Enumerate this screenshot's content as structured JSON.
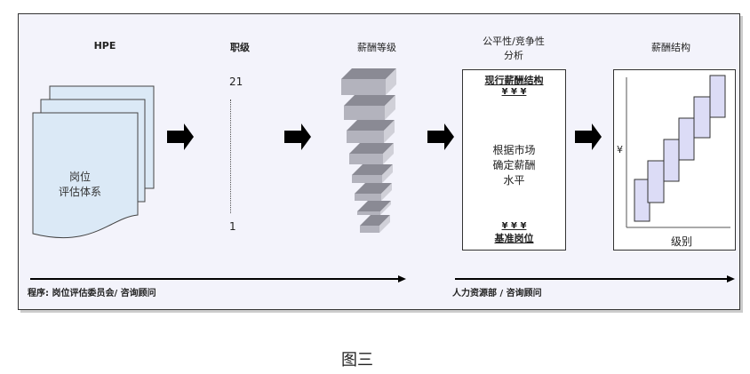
{
  "hpe": {
    "title": "HPE",
    "doc_text_1": "岗位",
    "doc_text_2": "评估体系"
  },
  "grade": {
    "title": "职级",
    "top": "21",
    "bottom": "1"
  },
  "pay_grade": {
    "title": "薪酬等级"
  },
  "analysis": {
    "title_1": "公平性/竞争性",
    "title_2": "分析",
    "top_label": "现行薪酬结构",
    "top_yen": "¥ ¥ ¥",
    "middle_1": "根据市场",
    "middle_2": "确定薪酬",
    "middle_3": "水平",
    "bottom_yen": "¥ ¥ ¥",
    "bottom_label": "基准岗位"
  },
  "structure": {
    "title": "薪酬结构",
    "y_axis": "¥",
    "x_axis": "级别"
  },
  "process": {
    "left": "程序: 岗位评估委员会/  咨询顾问",
    "right": "人力资源部 / 咨询顾问"
  },
  "caption": "图三",
  "colors": {
    "frame_bg": "#f3f3fb",
    "doc_fill": "#dbe9f6",
    "step_fill": "#dcdcf6",
    "block": "#a9a9b4"
  }
}
